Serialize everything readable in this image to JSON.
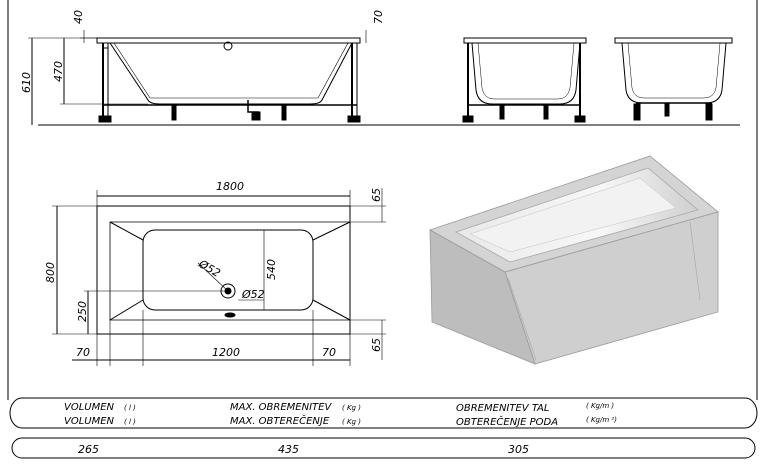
{
  "dimensions": {
    "side_top_rim": "40",
    "side_right_rim": "70",
    "side_total_height": "610",
    "side_inner_height": "470",
    "plan_length": "1800",
    "plan_width": "800",
    "plan_inner_width": "540",
    "plan_offset": "250",
    "plan_inner_length": "1200",
    "plan_left_margin": "70",
    "plan_right_margin": "70",
    "plan_top_rim": "65",
    "plan_bottom_rim": "65",
    "drain_diameter": "Ø52",
    "overflow_diameter": "Ø52"
  },
  "spec_table": {
    "volume_label_1": "VOLUMEN",
    "volume_unit_1": "( l )",
    "volume_label_2": "VOLUMEN",
    "volume_unit_2": "( l )",
    "load_label_1": "MAX. OBREMENITEV",
    "load_unit_1": "( Kg )",
    "load_label_2": "MAX. OBTEREČENJE",
    "load_unit_2": "( Kg )",
    "floor_label_1": "OBREMENITEV TAL",
    "floor_unit_1": "( Kg/m )",
    "floor_label_2": "OBTEREČENJE PODA",
    "floor_unit_2": "( Kg/m ²)",
    "volume_value": "265",
    "load_value": "435",
    "floor_value": "305"
  }
}
